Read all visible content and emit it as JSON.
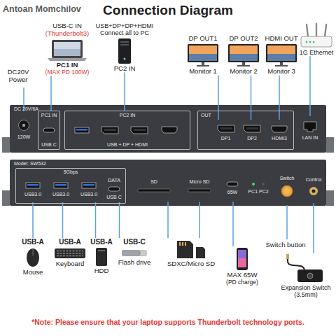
{
  "diagram": {
    "title": "Connection Diagram",
    "nodes": [
      {
        "text": [
          "USB-C IN",
          "(Thunderbolt3)",
          "PC1 IN",
          "(MAX PD 100W)"
        ]
      },
      {
        "text": [
          "USB+DP+DP+HDMI Connect all to PC",
          "PC2 IN"
        ]
      },
      {
        "text": [
          "DP OUT1",
          "Monitor 1"
        ]
      },
      {
        "text": [
          "DP OUT2",
          "Monitor 2"
        ]
      },
      {
        "text": [
          "HDMI OUT",
          "Monitor 3"
        ]
      },
      {
        "text": [
          "1G Ethernet"
        ]
      },
      {
        "text": [
          "DC 20V/6A"
        ]
      },
      {
        "text": [
          "120W"
        ],
        "in": 6
      },
      {
        "text": [
          "PC1 IN",
          "USB C"
        ],
        "in": 6
      },
      {
        "text": [
          "PC2 IN",
          "USB + DP + HDMI"
        ],
        "in": 6
      },
      {
        "text": [
          "OUT"
        ],
        "in": 6
      },
      {
        "text": [
          "DP1"
        ],
        "in": 10
      },
      {
        "text": [
          "DP2"
        ],
        "in": 10
      },
      {
        "text": [
          "HDMI3"
        ],
        "in": 10
      },
      {
        "text": [
          "LAN IN"
        ],
        "in": 6
      },
      {
        "text": [
          "Model: SW532"
        ]
      },
      {
        "text": [
          "5Gbps"
        ],
        "in": 15
      },
      {
        "text": [
          "USB3.0"
        ],
        "in": 16
      },
      {
        "text": [
          "USB3.0"
        ],
        "in": 16
      },
      {
        "text": [
          "USB3.0"
        ],
        "in": 16
      },
      {
        "text": [
          "DATA",
          "USB C"
        ],
        "in": 16
      },
      {
        "text": [
          "SD"
        ],
        "in": 15
      },
      {
        "text": [
          "Micro SD"
        ],
        "in": 15
      },
      {
        "text": [
          "65W"
        ],
        "in": 15
      },
      {
        "text": [
          "PC1 PC2"
        ],
        "in": 15
      },
      {
        "text": [
          "Switch"
        ],
        "in": 15
      },
      {
        "text": [
          "Control"
        ],
        "in": 15
      },
      {
        "text": [
          "USB-A",
          "Mouse"
        ]
      },
      {
        "text": [
          "USB-A",
          "Keyboard"
        ]
      },
      {
        "text": [
          "USB-A",
          "HDD"
        ]
      },
      {
        "text": [
          "USB-C",
          "Flash drive"
        ]
      },
      {
        "text": [
          "SDXC/Micro SD"
        ]
      },
      {
        "text": [
          "MAX 65W",
          "(PD charge)"
        ]
      },
      {
        "text": [
          "Expansion Switch",
          "(3.5mm)"
        ]
      }
    ],
    "edges": [
      {
        "from": 0,
        "to": 8,
        "arrow": "none"
      },
      {
        "from": 1,
        "to": 9,
        "arrow": "none"
      },
      {
        "from": 2,
        "to": 11,
        "arrow": "none"
      },
      {
        "from": 3,
        "to": 12,
        "arrow": "none"
      },
      {
        "from": 4,
        "to": 13,
        "arrow": "none"
      },
      {
        "from": 5,
        "to": 14,
        "arrow": "none"
      },
      {
        "from": 27,
        "to": 17,
        "arrow": "none"
      },
      {
        "from": 28,
        "to": 18,
        "arrow": "none"
      },
      {
        "from": 29,
        "to": 19,
        "arrow": "none"
      },
      {
        "from": 30,
        "to": 20,
        "arrow": "none"
      },
      {
        "from": 31,
        "to": 21,
        "arrow": "none"
      },
      {
        "from": 31,
        "to": 22,
        "arrow": "none"
      },
      {
        "from": 32,
        "to": 23,
        "arrow": "none"
      },
      {
        "from": 33,
        "to": 26,
        "arrow": "none"
      }
    ],
    "labels": [
      "Antoan Momchilov",
      "DC20V Power",
      "Switch button",
      "*Note: Please ensure that your laptop supports Thunderbolt technology ports."
    ]
  }
}
